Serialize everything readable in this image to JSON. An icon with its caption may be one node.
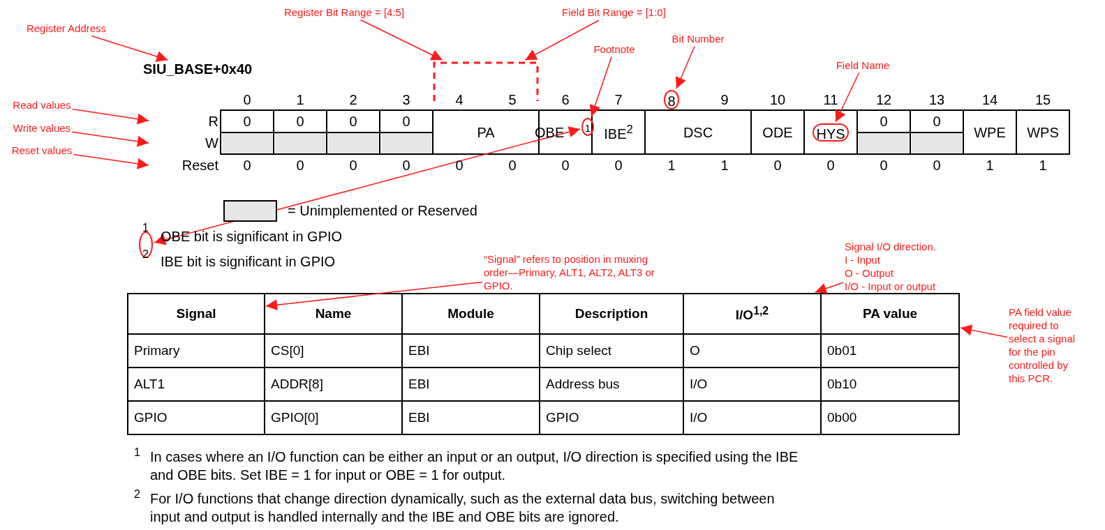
{
  "diagram": {
    "nodes": [
      {
        "text": [
          "Register Address"
        ]
      },
      {
        "text": [
          "SIU_BASE+0x40"
        ]
      },
      {
        "text": [
          "Register Bit Range = [4:5]"
        ]
      },
      {
        "text": [
          "Field Bit Range = [1:0]"
        ]
      },
      {
        "text": [],
        "shape": "box"
      },
      {
        "text": [
          "Footnote"
        ]
      },
      {
        "text": [
          "1"
        ]
      },
      {
        "text": [
          "Bit Number"
        ]
      },
      {
        "text": [
          "8"
        ]
      },
      {
        "text": [
          "Field Name"
        ]
      },
      {
        "text": [
          "HYS"
        ]
      },
      {
        "text": [
          "Read values"
        ]
      },
      {
        "text": [
          "Write values"
        ]
      },
      {
        "text": [
          "Reset values"
        ]
      },
      {
        "text": [],
        "shape": "circle"
      },
      {
        "text": [
          "“Signal” refers to position in muxing order—Primary, ALT1, ALT2, ALT3 or GPIO."
        ]
      },
      {
        "text": [
          "Signal I/O direction.",
          "I - Input",
          "O - Output",
          "I/O - Input or output"
        ]
      },
      {
        "text": [
          "PA field value required to select a signal for the pin controlled by this PCR."
        ]
      },
      {
        "text": [
          "Signal"
        ]
      },
      {
        "text": [
          "I/O$^{1,2}$"
        ]
      },
      {
        "text": [
          "PA value"
        ]
      }
    ],
    "edges": [
      {
        "from": 0,
        "to": 1,
        "arrow": "to"
      },
      {
        "from": 2,
        "to": 4,
        "arrow": "to"
      },
      {
        "from": 3,
        "to": 4,
        "arrow": "to"
      },
      {
        "from": 5,
        "to": 6,
        "arrow": "to"
      },
      {
        "from": 7,
        "to": 8,
        "arrow": "to"
      },
      {
        "from": 9,
        "to": 10,
        "arrow": "to"
      },
      {
        "from": 11,
        "to": null,
        "arrow": "to"
      },
      {
        "from": 12,
        "to": null,
        "arrow": "to"
      },
      {
        "from": 13,
        "to": null,
        "arrow": "to"
      },
      {
        "from": 6,
        "to": 14,
        "arrow": "both"
      },
      {
        "from": 15,
        "to": 18,
        "arrow": "to"
      },
      {
        "from": 16,
        "to": 19,
        "arrow": "to"
      },
      {
        "from": 17,
        "to": 20,
        "arrow": "to"
      }
    ],
    "labels": [
      "0",
      "1",
      "2",
      "3",
      "4",
      "5",
      "6",
      "7",
      "9",
      "10",
      "11",
      "12",
      "13",
      "14",
      "15",
      "R",
      "0",
      "0",
      "0",
      "0",
      "PA",
      "OBE",
      "IBE$^{2}$",
      "DSC",
      "ODE",
      "0",
      "0",
      "WPE",
      "WPS",
      "W",
      "Reset",
      "0",
      "0",
      "0",
      "0",
      "0",
      "0",
      "0",
      "0",
      "1",
      "1",
      "0",
      "0",
      "0",
      "0",
      "1",
      "1",
      "1",
      "OBE bit is significant in GPIO",
      "2",
      "IBE bit is significant in GPIO",
      "Name",
      "Module",
      "Description",
      "Primary",
      "CS[0]",
      "EBI",
      "Chip select",
      "O",
      "0b01",
      "ALT1",
      "ADDR[8]",
      "EBI",
      "Address bus",
      "I/O",
      "0b10",
      "GPIO",
      "GPIO[0]",
      "EBI",
      "GPIO",
      "I/O",
      "0b00",
      "1",
      "In cases where an I/O function can be either an input or an output, I/O direction is specified using the IBE and OBE bits. Set IBE = 1 for input or OBE = 1 for output.",
      "2",
      "For I/O functions that change direction dynamically, such as the external data bus, switching between input and output is handled internally and the IBE and OBE bits are ignored."
    ],
    "legend": [
      {
        "text": "= Unimplemented or Reserved",
        "color": "#e6e6e6"
      }
    ]
  }
}
